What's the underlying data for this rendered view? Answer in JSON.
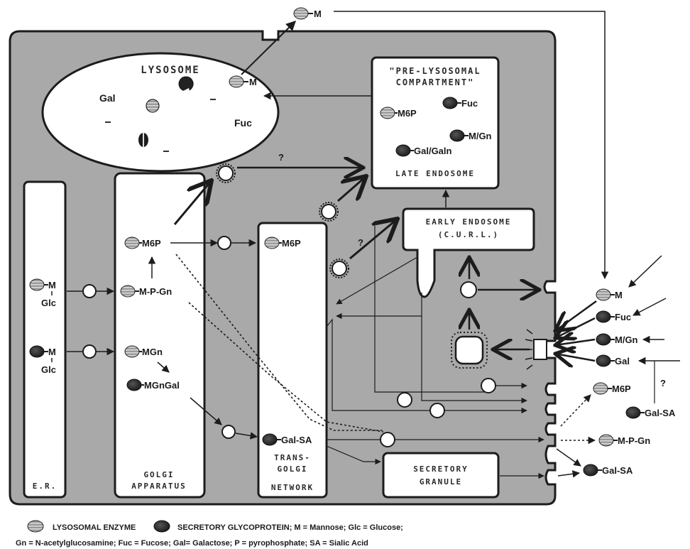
{
  "compartments": {
    "lysosome": "LYSOSOME",
    "prelyso_line1": "\"PRE-LYSOSOMAL",
    "prelyso_line2": "COMPARTMENT\"",
    "late_endosome": "LATE ENDOSOME",
    "early_endosome_line1": "EARLY ENDOSOME",
    "early_endosome_line2": "(C.U.R.L.)",
    "er": "E.R.",
    "golgi_line1": "GOLGI",
    "golgi_line2": "APPARATUS",
    "tgn_line1": "TRANS-",
    "tgn_line2": "GOLGI",
    "tgn_line3": "NETWORK",
    "secretory_line1": "SECRETORY",
    "secretory_line2": "GRANULE"
  },
  "molecules": {
    "top_M": "M",
    "lyso_M": "M",
    "lyso_gal": "Gal",
    "lyso_fuc": "Fuc",
    "pre_m6p": "M6P",
    "pre_fuc": "Fuc",
    "pre_mgn": "M/Gn",
    "pre_galgaln": "Gal/Galn",
    "golgi_m6p": "M6P",
    "golgi_mpgn": "M-P-Gn",
    "golgi_mgn": "MGn",
    "golgi_mgngal": "MGnGal",
    "er_m1": "M",
    "er_glc1": "Glc",
    "er_m2": "M",
    "er_glc2": "Glc",
    "tgn_m6p": "M6P",
    "tgn_galsa": "Gal-SA",
    "out_m": "M",
    "out_fuc": "Fuc",
    "out_mgn": "M/Gn",
    "out_gal": "Gal",
    "out_m6p": "M6P",
    "out_galsa_q": "Gal-SA",
    "out_mpgn": "M-P-Gn",
    "out_galsa": "Gal-SA"
  },
  "question_marks": [
    "?",
    "?",
    "?"
  ],
  "legend": {
    "lysosomal": "LYSOSOMAL ENZYME",
    "line1": "SECRETORY GLYCOPROTEIN; M = Mannose; Glc = Glucose;",
    "line2": "Gn = N-acetylglucosamine; Fuc = Fucose; Gal= Galactose; P = pyrophosphate; SA = Sialic Acid"
  },
  "colors": {
    "cell": "#a9a9a9",
    "lysosomal_enzyme": "#8c8c8c",
    "secretory_glycoprotein": "#2b2b2b",
    "outline": "#1c1c1c"
  }
}
